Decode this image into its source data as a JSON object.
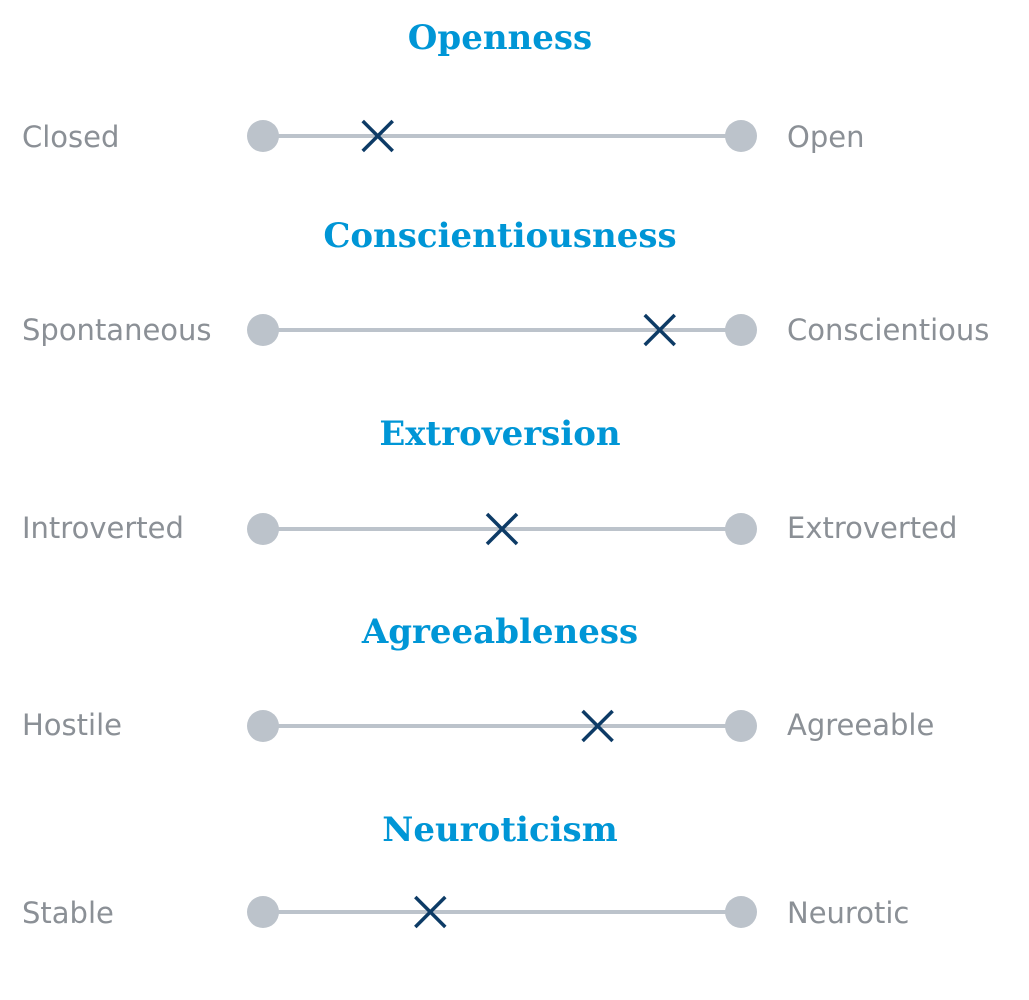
{
  "chart_data": {
    "type": "dot-scale",
    "scale_range": [
      0,
      1
    ],
    "colors": {
      "title": "#0096d6",
      "pole_label": "#8b9096",
      "track": "#bcc3cb",
      "marker": "#0d3b66"
    },
    "traits": [
      {
        "title": "Openness",
        "left_label": "Closed",
        "right_label": "Open",
        "value": 0.24
      },
      {
        "title": "Conscientiousness",
        "left_label": "Spontaneous",
        "right_label": "Conscientious",
        "value": 0.83
      },
      {
        "title": "Extroversion",
        "left_label": "Introverted",
        "right_label": "Extroverted",
        "value": 0.5
      },
      {
        "title": "Agreeableness",
        "left_label": "Hostile",
        "right_label": "Agreeable",
        "value": 0.7
      },
      {
        "title": "Neuroticism",
        "left_label": "Stable",
        "right_label": "Neurotic",
        "value": 0.35
      }
    ]
  }
}
